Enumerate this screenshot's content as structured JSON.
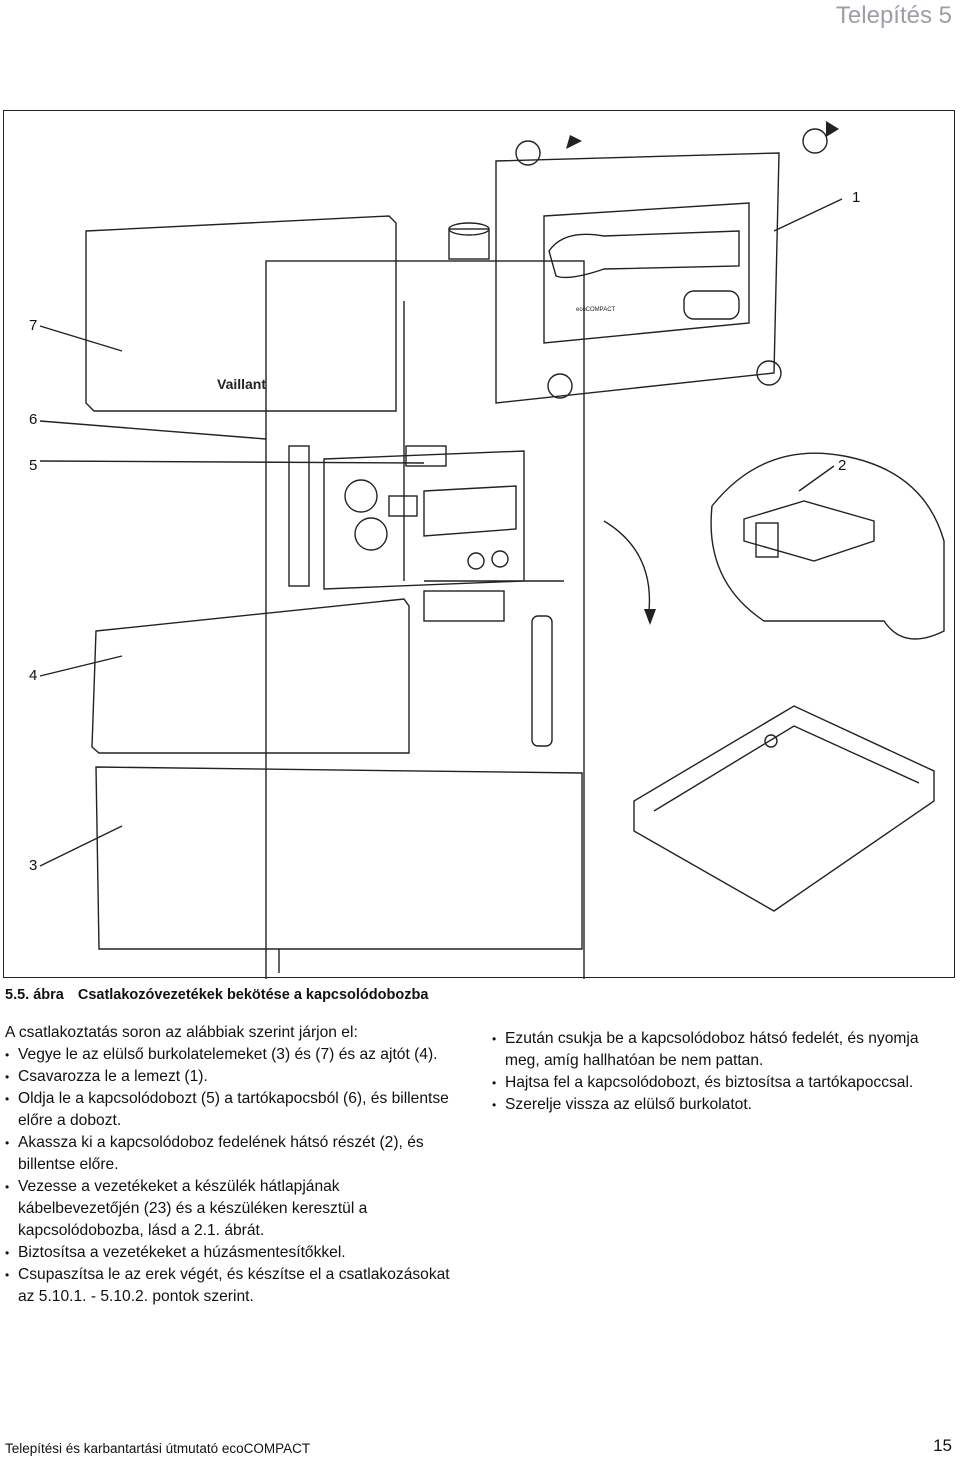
{
  "header": {
    "title": "Telepítés 5"
  },
  "figure": {
    "brand_label": "Vaillant",
    "device_label": "ecoCOMPACT",
    "callouts": {
      "c1": "1",
      "c2": "2",
      "c3": "3",
      "c4": "4",
      "c5": "5",
      "c6": "6",
      "c7": "7"
    }
  },
  "caption": {
    "number": "5.5. ábra",
    "text": "Csatlakozóvezetékek bekötése a kapcsolódobozba"
  },
  "body": {
    "intro": "A csatlakoztatás soron az alábbiak szerint járjon el:",
    "left_items": [
      "Vegye le az elülső burkolatelemeket (3) és (7) és az ajtót (4).",
      "Csavarozza le a lemezt (1).",
      "Oldja le a kapcsolódobozt (5) a tartókapocsból (6), és billentse előre a dobozt.",
      "Akassza ki a kapcsolódoboz fedelének hátsó részét (2), és billentse előre.",
      "Vezesse a vezetékeket a készülék hátlapjának kábelbevezetőjén (23) és a készüléken keresztül a kapcsolódobozba, lásd a 2.1. ábrát.",
      "Biztosítsa a vezetékeket a húzásmentesítőkkel.",
      "Csupaszítsa le az erek végét, és készítse el a csatlakozásokat az 5.10.1. - 5.10.2. pontok szerint."
    ],
    "right_items": [
      "Ezután csukja be a kapcsolódoboz hátsó fedelét, és nyomja meg, amíg hallhatóan be nem pattan.",
      "Hajtsa fel a kapcsolódobozt, és biztosítsa a tartókapoccsal.",
      "Szerelje vissza az elülső burkolatot."
    ]
  },
  "footer": {
    "left": "Telepítési és karbantartási útmutató ecoCOMPACT",
    "page": "15"
  }
}
